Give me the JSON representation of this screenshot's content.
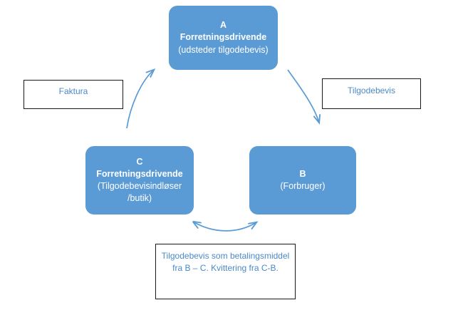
{
  "diagram": {
    "background_color": "#ffffff",
    "node_fill_color": "#5B9BD5",
    "node_text_color": "#ffffff",
    "label_text_color": "#4A89C8",
    "label_border_color": "#1a1a1a",
    "arrow_color": "#5B9BD5",
    "nodes": {
      "a": {
        "id": "A",
        "title": "Forretningsdrivende",
        "subtitle": "(udsteder tilgodebevis)"
      },
      "b": {
        "id": "B",
        "subtitle": "(Forbruger)"
      },
      "c": {
        "id": "C",
        "title": "Forretningsdrivende",
        "subtitle_line1": "(Tilgodebevisindløser",
        "subtitle_line2": "/butik)"
      }
    },
    "labels": {
      "faktura": "Faktura",
      "tilgodebevis": "Tilgodebevis",
      "payment_note_line1": "Tilgodebevis som",
      "payment_note_line2": "betalingsmiddel fra B – C.",
      "payment_note_line3": "Kvittering fra C-B."
    },
    "arrows": {
      "a_to_b": "arrow-a-to-b",
      "c_to_a": "arrow-c-to-a",
      "b_to_c_bidirectional": "arrow-b-to-c-bidirectional"
    }
  }
}
